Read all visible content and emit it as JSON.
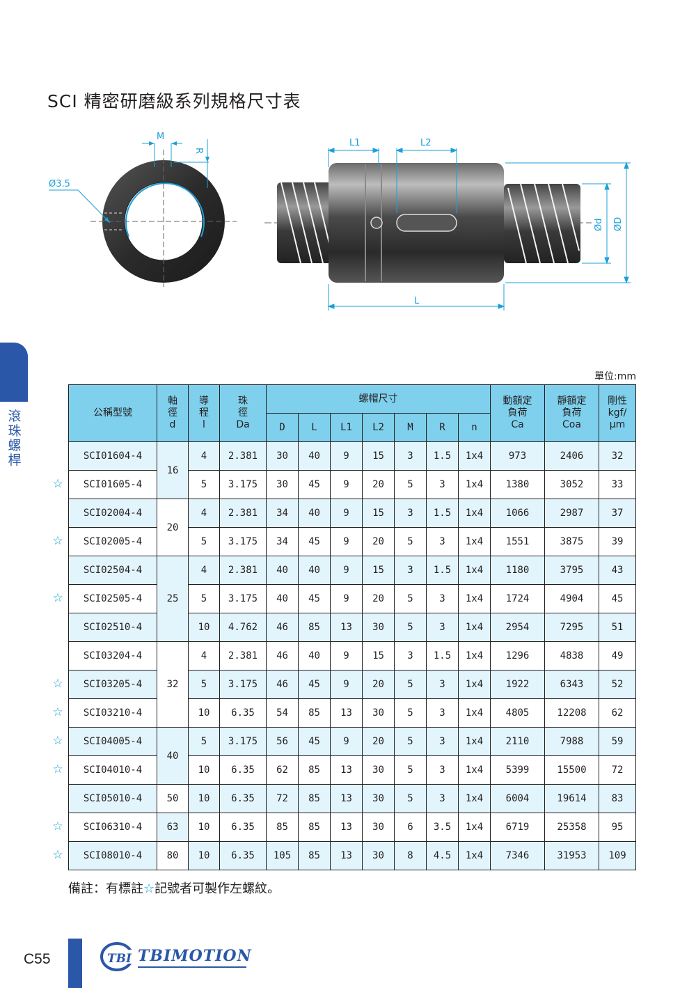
{
  "header": {
    "title": "SCI 精密研磨級系列規格尺寸表"
  },
  "side_tab": {
    "label": "滾珠螺桿"
  },
  "diagram_labels": {
    "m": "M",
    "r": "R",
    "hole": "Ø3.5",
    "l1": "L1",
    "l2": "L2",
    "l": "L",
    "d_small": "Ød",
    "d_big": "ØD"
  },
  "table": {
    "unit": "單位:mm",
    "headers": {
      "model": "公稱型號",
      "shaft": [
        "軸",
        "徑",
        "d"
      ],
      "lead": [
        "導",
        "程",
        "l"
      ],
      "ball": [
        "珠",
        "徑",
        "Da"
      ],
      "nut": "螺帽尺寸",
      "nut_cols": [
        "D",
        "L",
        "L1",
        "L2",
        "M",
        "R",
        "n"
      ],
      "dyn": [
        "動額定",
        "負荷",
        "Ca"
      ],
      "stat": [
        "靜額定",
        "負荷",
        "Coa"
      ],
      "rig": [
        "剛性",
        "kgf/",
        "μm"
      ]
    },
    "shaft_groups": [
      "16",
      "20",
      "25",
      "32",
      "40",
      "50",
      "63",
      "80"
    ],
    "rows": [
      {
        "star": "",
        "model": "SCI01604-4",
        "lead": "4",
        "da": "2.381",
        "D": "30",
        "L": "40",
        "L1": "9",
        "L2": "15",
        "M": "3",
        "R": "1.5",
        "n": "1x4",
        "ca": "973",
        "coa": "2406",
        "k": "32"
      },
      {
        "star": "☆",
        "model": "SCI01605-4",
        "lead": "5",
        "da": "3.175",
        "D": "30",
        "L": "45",
        "L1": "9",
        "L2": "20",
        "M": "5",
        "R": "3",
        "n": "1x4",
        "ca": "1380",
        "coa": "3052",
        "k": "33"
      },
      {
        "star": "",
        "model": "SCI02004-4",
        "lead": "4",
        "da": "2.381",
        "D": "34",
        "L": "40",
        "L1": "9",
        "L2": "15",
        "M": "3",
        "R": "1.5",
        "n": "1x4",
        "ca": "1066",
        "coa": "2987",
        "k": "37"
      },
      {
        "star": "☆",
        "model": "SCI02005-4",
        "lead": "5",
        "da": "3.175",
        "D": "34",
        "L": "45",
        "L1": "9",
        "L2": "20",
        "M": "5",
        "R": "3",
        "n": "1x4",
        "ca": "1551",
        "coa": "3875",
        "k": "39"
      },
      {
        "star": "",
        "model": "SCI02504-4",
        "lead": "4",
        "da": "2.381",
        "D": "40",
        "L": "40",
        "L1": "9",
        "L2": "15",
        "M": "3",
        "R": "1.5",
        "n": "1x4",
        "ca": "1180",
        "coa": "3795",
        "k": "43"
      },
      {
        "star": "☆",
        "model": "SCI02505-4",
        "lead": "5",
        "da": "3.175",
        "D": "40",
        "L": "45",
        "L1": "9",
        "L2": "20",
        "M": "5",
        "R": "3",
        "n": "1x4",
        "ca": "1724",
        "coa": "4904",
        "k": "45"
      },
      {
        "star": "",
        "model": "SCI02510-4",
        "lead": "10",
        "da": "4.762",
        "D": "46",
        "L": "85",
        "L1": "13",
        "L2": "30",
        "M": "5",
        "R": "3",
        "n": "1x4",
        "ca": "2954",
        "coa": "7295",
        "k": "51"
      },
      {
        "star": "",
        "model": "SCI03204-4",
        "lead": "4",
        "da": "2.381",
        "D": "46",
        "L": "40",
        "L1": "9",
        "L2": "15",
        "M": "3",
        "R": "1.5",
        "n": "1x4",
        "ca": "1296",
        "coa": "4838",
        "k": "49"
      },
      {
        "star": "☆",
        "model": "SCI03205-4",
        "lead": "5",
        "da": "3.175",
        "D": "46",
        "L": "45",
        "L1": "9",
        "L2": "20",
        "M": "5",
        "R": "3",
        "n": "1x4",
        "ca": "1922",
        "coa": "6343",
        "k": "52"
      },
      {
        "star": "☆",
        "model": "SCI03210-4",
        "lead": "10",
        "da": "6.35",
        "D": "54",
        "L": "85",
        "L1": "13",
        "L2": "30",
        "M": "5",
        "R": "3",
        "n": "1x4",
        "ca": "4805",
        "coa": "12208",
        "k": "62"
      },
      {
        "star": "☆",
        "model": "SCI04005-4",
        "lead": "5",
        "da": "3.175",
        "D": "56",
        "L": "45",
        "L1": "9",
        "L2": "20",
        "M": "5",
        "R": "3",
        "n": "1x4",
        "ca": "2110",
        "coa": "7988",
        "k": "59"
      },
      {
        "star": "☆",
        "model": "SCI04010-4",
        "lead": "10",
        "da": "6.35",
        "D": "62",
        "L": "85",
        "L1": "13",
        "L2": "30",
        "M": "5",
        "R": "3",
        "n": "1x4",
        "ca": "5399",
        "coa": "15500",
        "k": "72"
      },
      {
        "star": "",
        "model": "SCI05010-4",
        "lead": "10",
        "da": "6.35",
        "D": "72",
        "L": "85",
        "L1": "13",
        "L2": "30",
        "M": "5",
        "R": "3",
        "n": "1x4",
        "ca": "6004",
        "coa": "19614",
        "k": "83"
      },
      {
        "star": "☆",
        "model": "SCI06310-4",
        "lead": "10",
        "da": "6.35",
        "D": "85",
        "L": "85",
        "L1": "13",
        "L2": "30",
        "M": "6",
        "R": "3.5",
        "n": "1x4",
        "ca": "6719",
        "coa": "25358",
        "k": "95"
      },
      {
        "star": "☆",
        "model": "SCI08010-4",
        "lead": "10",
        "da": "6.35",
        "D": "105",
        "L": "85",
        "L1": "13",
        "L2": "30",
        "M": "8",
        "R": "4.5",
        "n": "1x4",
        "ca": "7346",
        "coa": "31953",
        "k": "109"
      }
    ]
  },
  "note": {
    "prefix": "備註：有標註",
    "star": "☆",
    "suffix": "記號者可製作左螺紋。"
  },
  "footer": {
    "page": "C55",
    "logo_text": "TBI",
    "brand": "TBIMOTION"
  },
  "colors": {
    "accent_blue": "#2a57a8",
    "header_cyan": "#7fd0ec",
    "row_shade": "#e3f5fc",
    "star": "#1aa0d8"
  }
}
